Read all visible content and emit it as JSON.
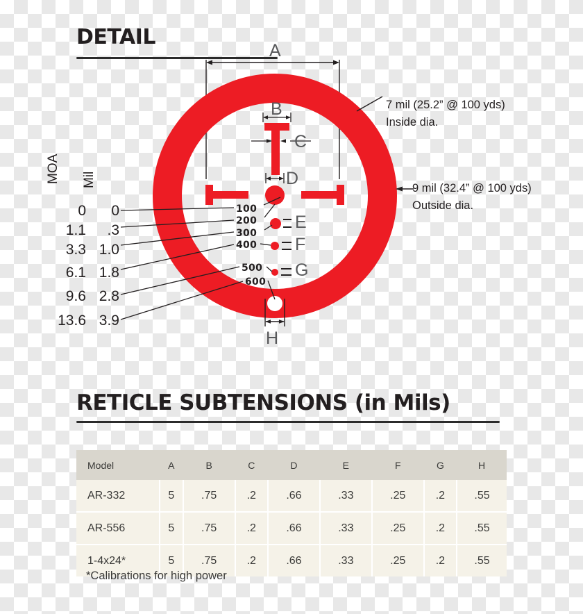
{
  "detail": {
    "heading": "DETAIL",
    "callouts": {
      "inside_line1": "7 mil (25.2” @ 100 yds)",
      "inside_line2": "Inside dia.",
      "outside_line1": "9 mil (32.4” @ 100 yds)",
      "outside_line2": "Outside dia."
    },
    "dimension_letters": {
      "A": "A",
      "B": "B",
      "C": "C",
      "D": "D",
      "E": "E",
      "F": "F",
      "G": "G",
      "H": "H"
    },
    "range_labels": [
      "100",
      "200",
      "300",
      "400",
      "500",
      "600"
    ],
    "scale": {
      "moa_header": "MOA",
      "mil_header": "Mil",
      "moa_values": [
        "0",
        "1.1",
        "3.3",
        "6.1",
        "9.6",
        "13.6"
      ],
      "mil_values": [
        "0",
        ".3",
        "1.0",
        "1.8",
        "2.8",
        "3.9"
      ]
    },
    "colors": {
      "reticle_red": "#ed1c24",
      "text_dark": "#231f20",
      "dim_gray": "#58595b"
    }
  },
  "subtensions": {
    "heading": "RETICLE SUBTENSIONS (in Mils)",
    "columns": [
      "Model",
      "A",
      "B",
      "C",
      "D",
      "E",
      "F",
      "G",
      "H"
    ],
    "rows": [
      {
        "model": "AR-332",
        "values": [
          "5",
          ".75",
          ".2",
          ".66",
          ".33",
          ".25",
          ".2",
          ".55"
        ]
      },
      {
        "model": "AR-556",
        "values": [
          "5",
          ".75",
          ".2",
          ".66",
          ".33",
          ".25",
          ".2",
          ".55"
        ]
      },
      {
        "model": "1-4x24*",
        "values": [
          "5",
          ".75",
          ".2",
          ".66",
          ".33",
          ".25",
          ".2",
          ".55"
        ]
      }
    ],
    "footnote": "*Calibrations for high power",
    "colors": {
      "header_bg": "#d9d6cd",
      "cell_bg": "#f5f2e8"
    }
  }
}
